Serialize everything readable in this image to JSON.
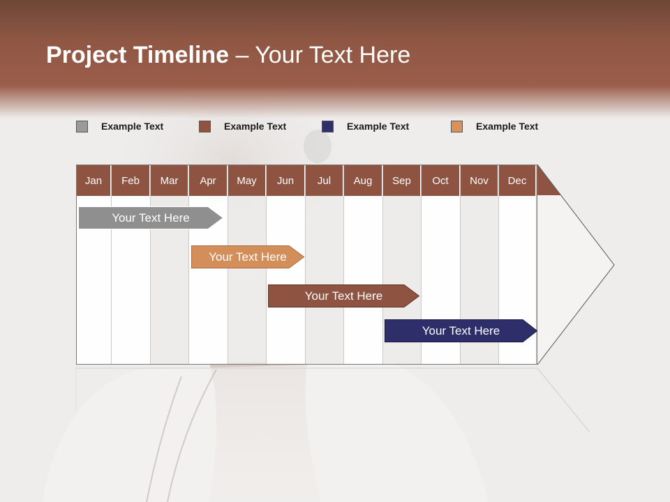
{
  "title": {
    "bold": "Project Timeline",
    "rest": " – Your Text Here"
  },
  "legend": [
    {
      "label": "Example Text",
      "color": "#9a9a9a"
    },
    {
      "label": "Example Text",
      "color": "#8e5341"
    },
    {
      "label": "Example Text",
      "color": "#2e2f6a"
    },
    {
      "label": "Example Text",
      "color": "#d9925a"
    }
  ],
  "months": [
    "Jan",
    "Feb",
    "Mar",
    "Apr",
    "May",
    "Jun",
    "Jul",
    "Aug",
    "Sep",
    "Oct",
    "Nov",
    "Dec"
  ],
  "tasks": [
    {
      "label": "Your  Text Here",
      "color": "#8f8f8f"
    },
    {
      "label": "Your  Text Here",
      "color": "#d38e59"
    },
    {
      "label": "Your  Text Here",
      "color": "#8e5341"
    },
    {
      "label": "Your  Text Here",
      "color": "#2e2f6a"
    }
  ]
}
